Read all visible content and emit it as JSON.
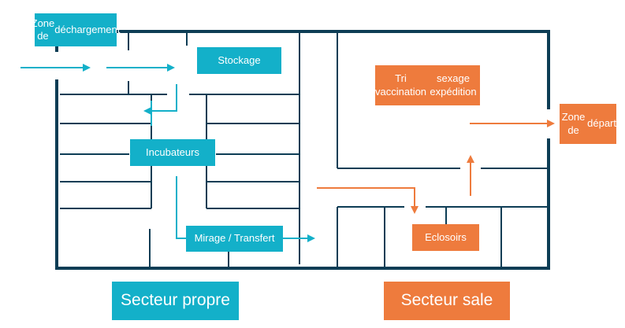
{
  "labels": {
    "unloading": [
      "Zone de",
      "déchargement"
    ],
    "storage": "Stockage",
    "incubators": "Incubateurs",
    "candling": "Mirage / Transfert",
    "sorting": [
      "Tri vaccination",
      "sexage expédition"
    ],
    "hatchers": "Eclosoirs",
    "departure": [
      "Zone de",
      "départ"
    ],
    "clean_sector": "Secteur propre",
    "dirty_sector": "Secteur sale"
  },
  "colors": {
    "wall": "#0d3d55",
    "teal": "#13b0c9",
    "orange": "#ee7b3d"
  }
}
